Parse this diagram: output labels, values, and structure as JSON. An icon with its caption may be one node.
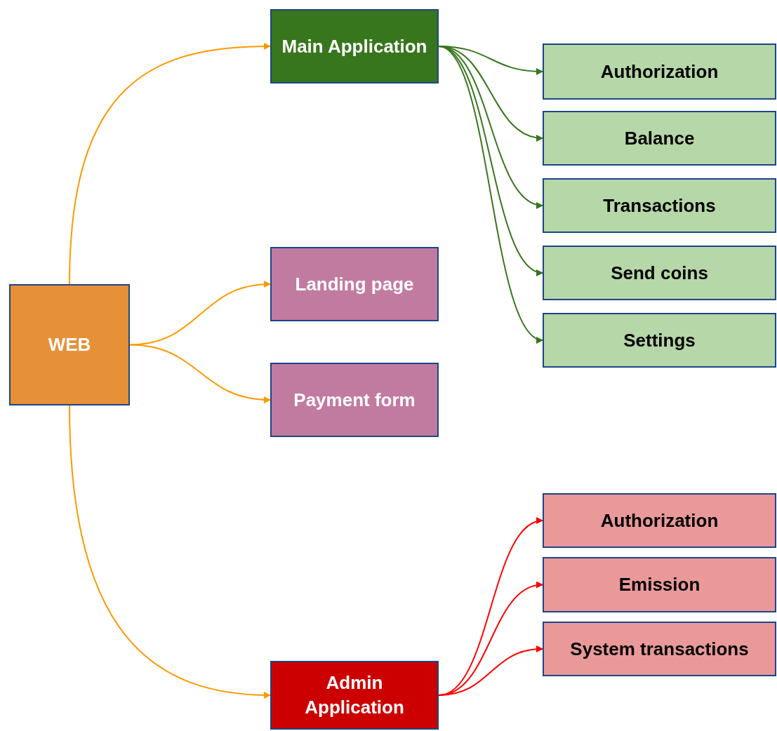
{
  "diagram": {
    "nodes": [
      {
        "text": [
          "WEB"
        ]
      },
      {
        "text": [
          "Main Application"
        ]
      },
      {
        "text": [
          "Landing page"
        ]
      },
      {
        "text": [
          "Payment form"
        ]
      },
      {
        "text": [
          "Admin Application"
        ]
      },
      {
        "text": [
          "Authorization"
        ]
      },
      {
        "text": [
          "Balance"
        ]
      },
      {
        "text": [
          "Transactions"
        ]
      },
      {
        "text": [
          "Send coins"
        ]
      },
      {
        "text": [
          "Settings"
        ]
      },
      {
        "text": [
          "Authorization"
        ]
      },
      {
        "text": [
          "Emission"
        ]
      },
      {
        "text": [
          "System transactions"
        ]
      }
    ],
    "edges": [
      {
        "from": 0,
        "to": 1,
        "arrow": "to",
        "color": "#ff9900"
      },
      {
        "from": 0,
        "to": 2,
        "arrow": "to",
        "color": "#ff9900"
      },
      {
        "from": 0,
        "to": 3,
        "arrow": "to",
        "color": "#ff9900"
      },
      {
        "from": 0,
        "to": 4,
        "arrow": "to",
        "color": "#ff9900"
      },
      {
        "from": 1,
        "to": 5,
        "arrow": "to"
      },
      {
        "from": 1,
        "to": 6,
        "arrow": "to"
      },
      {
        "from": 1,
        "to": 7,
        "arrow": "to"
      },
      {
        "from": 1,
        "to": 8,
        "arrow": "to"
      },
      {
        "from": 1,
        "to": 9,
        "arrow": "to"
      },
      {
        "from": 4,
        "to": 10,
        "arrow": "to",
        "color": "#ff0000"
      },
      {
        "from": 4,
        "to": 11,
        "arrow": "to",
        "color": "#ff0000"
      },
      {
        "from": 4,
        "to": 12,
        "arrow": "to",
        "color": "#ff0000"
      }
    ]
  }
}
